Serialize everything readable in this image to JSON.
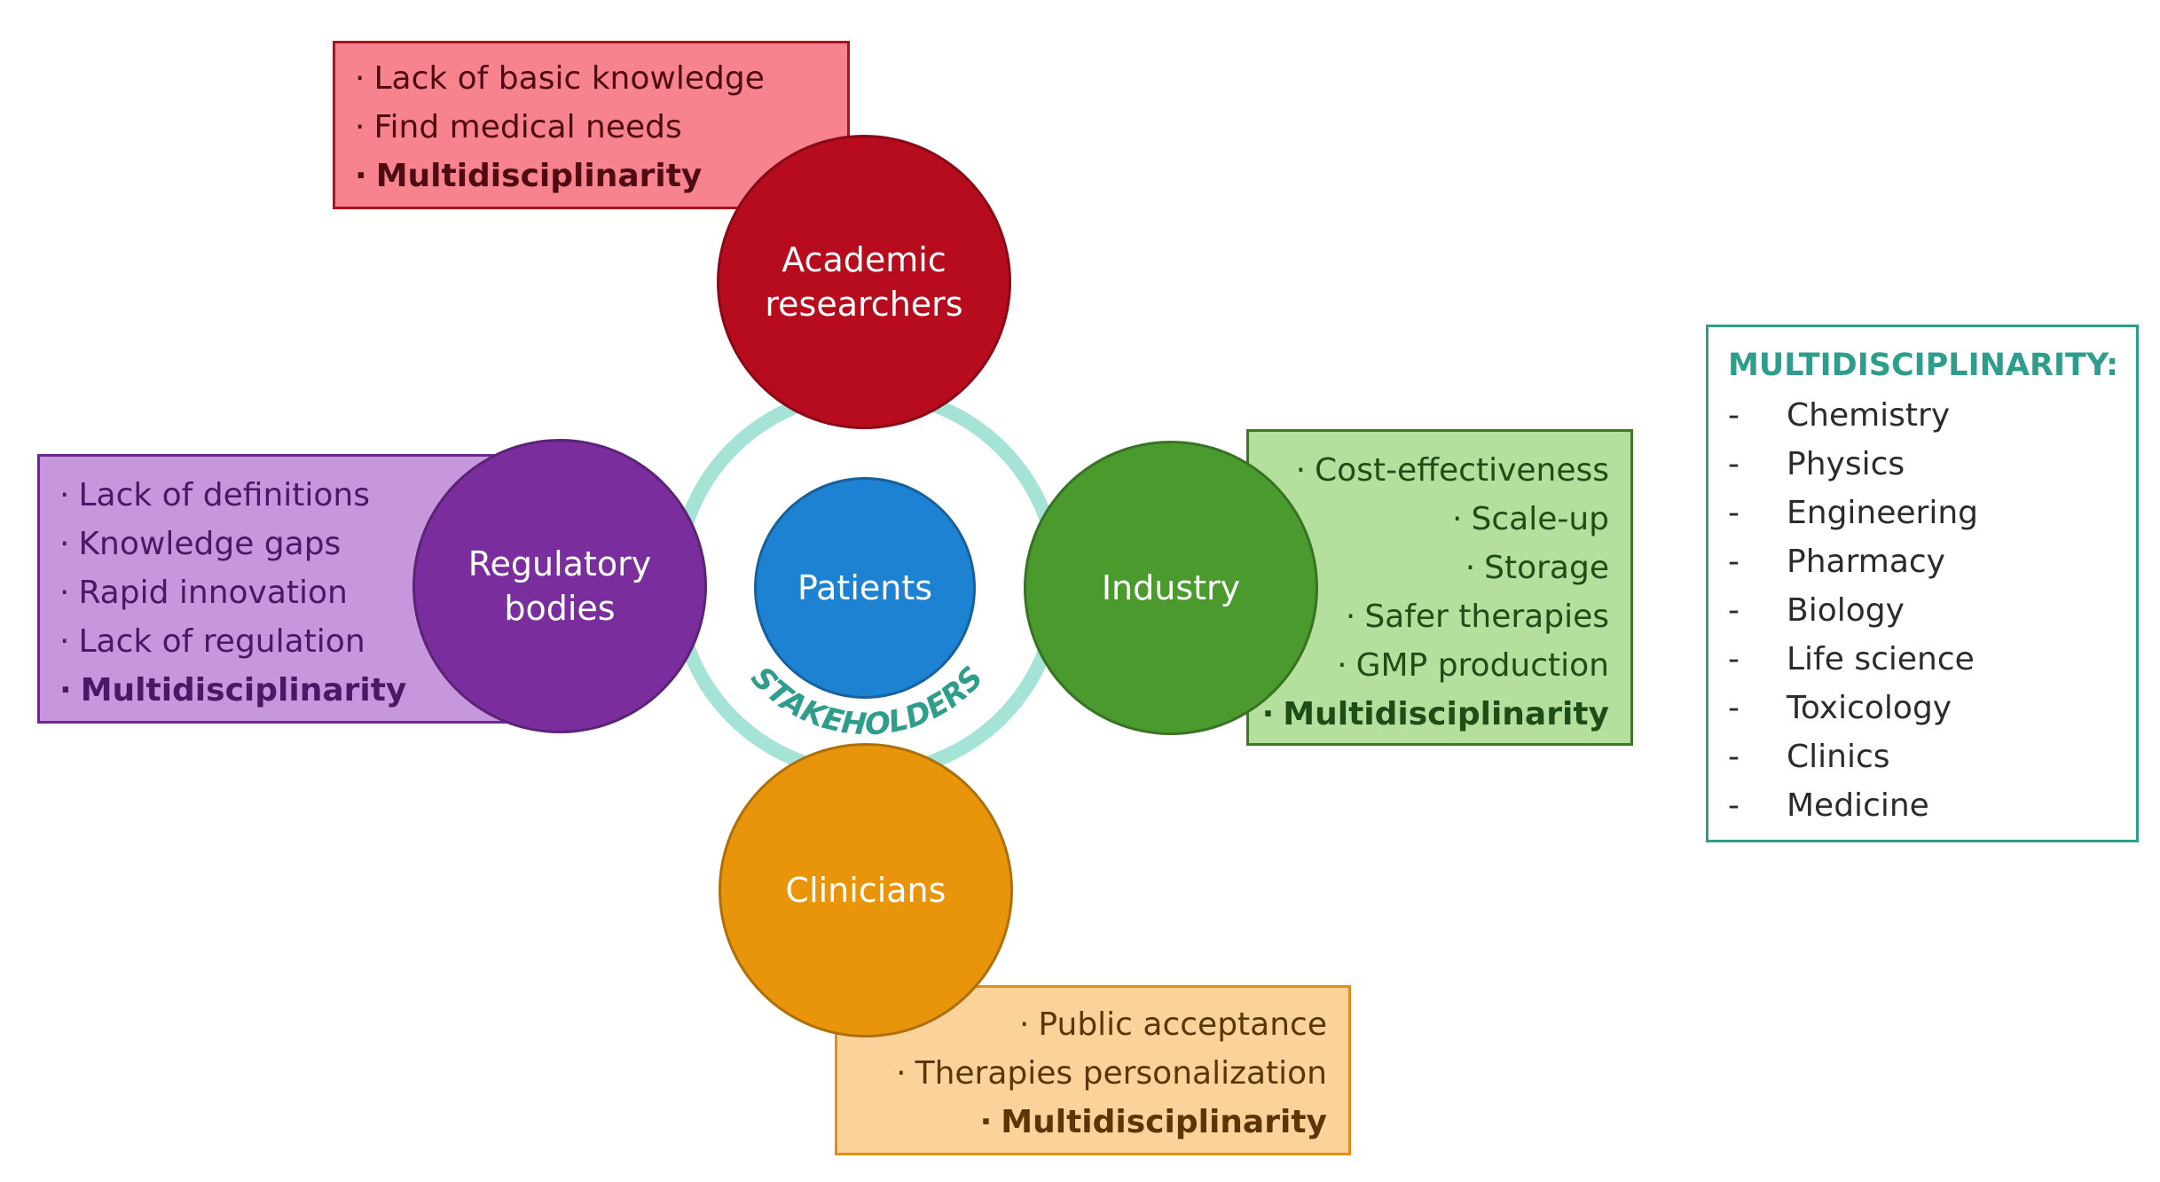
{
  "academic": {
    "label": "Academic researchers",
    "points": [
      {
        "text": "Lack of basic knowledge",
        "bold": false
      },
      {
        "text": "Find medical needs",
        "bold": false
      },
      {
        "text": "Multidisciplinarity",
        "bold": true
      }
    ]
  },
  "regulatory": {
    "label": "Regulatory bodies",
    "points": [
      {
        "text": "Lack of definitions",
        "bold": false
      },
      {
        "text": "Knowledge gaps",
        "bold": false
      },
      {
        "text": "Rapid innovation",
        "bold": false
      },
      {
        "text": "Lack of regulation",
        "bold": false
      },
      {
        "text": "Multidisciplinarity",
        "bold": true
      }
    ]
  },
  "industry": {
    "label": "Industry",
    "points": [
      {
        "text": "Cost-effectiveness",
        "bold": false
      },
      {
        "text": "Scale-up",
        "bold": false
      },
      {
        "text": "Storage",
        "bold": false
      },
      {
        "text": "Safer therapies",
        "bold": false
      },
      {
        "text": "GMP production",
        "bold": false
      },
      {
        "text": "Multidisciplinarity",
        "bold": true
      }
    ]
  },
  "clinicians": {
    "label": "Clinicians",
    "points": [
      {
        "text": "Public acceptance",
        "bold": false
      },
      {
        "text": "Therapies personalization",
        "bold": false
      },
      {
        "text": "Multidisciplinarity",
        "bold": true
      }
    ]
  },
  "center": {
    "label": "Patients",
    "ring_label": "STAKEHOLDERS"
  },
  "multidisciplinarity": {
    "title": "MULTIDISCIPLINARITY:",
    "items": [
      "Chemistry",
      "Physics",
      "Engineering",
      "Pharmacy",
      "Biology",
      "Life science",
      "Toxicology",
      "Clinics",
      "Medicine"
    ]
  },
  "bullet": "·",
  "dash": "-",
  "colors": {
    "academic": "#b70c1e",
    "regulatory": "#7a2e9e",
    "industry": "#4a9a2e",
    "clinicians": "#e8950c",
    "patients": "#1e82d2",
    "ring": "#a5e3d7",
    "accent": "#2e9d8c"
  }
}
